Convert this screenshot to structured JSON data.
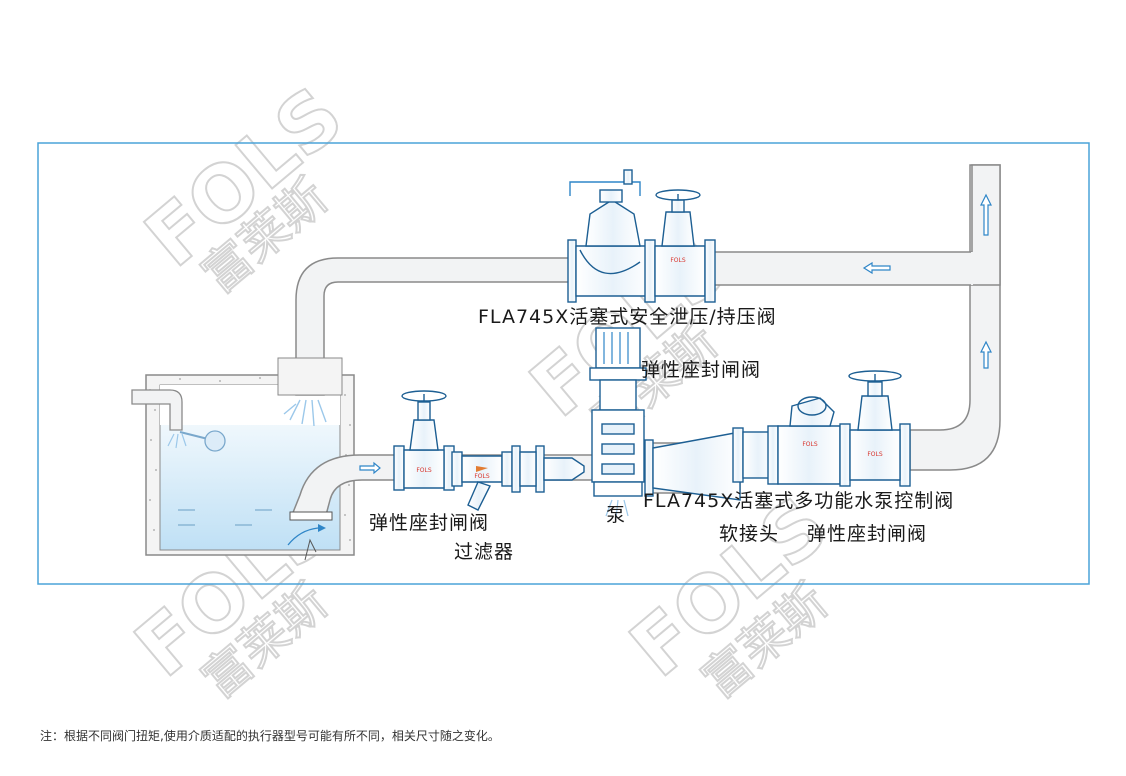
{
  "labels": {
    "relief_valve": "FLA745X活塞式安全泄压/持压阀",
    "gate_valve_top": "弹性座封闸阀",
    "gate_valve_left": "弹性座封闸阀",
    "filter": "过滤器",
    "pump": "泵",
    "pump_control_valve": "FLA745X活塞式多功能水泵控制阀",
    "soft_joint": "软接头",
    "gate_valve_right": "弹性座封闸阀"
  },
  "valve_badge": "FOLS",
  "watermark": {
    "latin": "FOLS",
    "chinese": "富莱斯"
  },
  "note": "注：根据不同阀门扭矩,使用介质适配的执行器型号可能有所不同，相关尺寸随之变化。",
  "colors": {
    "frame": "#4aa3d9",
    "valve": "#2f86c8",
    "valve_outline": "#1d5f93",
    "pipe_fill": "#f2f3f4",
    "pipe_stroke": "#8a8a8a",
    "water": "#cfe6f6",
    "badge": "#d9342b",
    "watermark": "#c9c9c9"
  }
}
